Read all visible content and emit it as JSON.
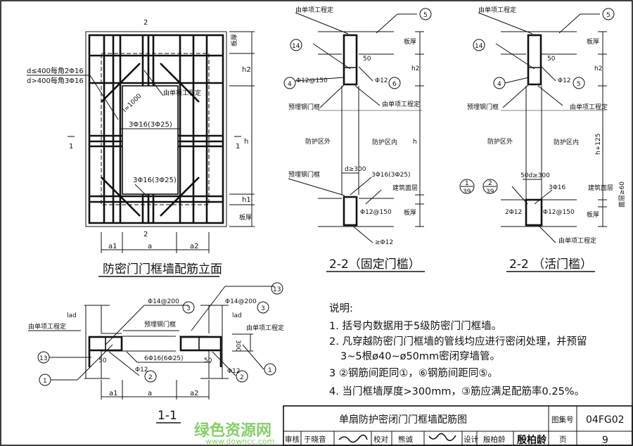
{
  "elevation": {
    "title": "防密门门框墙配筋立面",
    "section_mark_2": "2",
    "section_mark_1": "1",
    "corner_rebar_small": "d≤400每角2Φ16",
    "corner_rebar_large": "d>400每角3Φ16",
    "diag_length": "l=1000",
    "by_project": "由单项工程定",
    "top_rebar": "3Φ16(3Φ25)",
    "bottom_rebar": "3Φ16(3Φ25)",
    "dim_slab_top": "板厚",
    "dim_h2": "h2",
    "dim_h": "h",
    "dim_h1": "h1",
    "dim_slab_bottom": "板厚",
    "dim_a1": "a1",
    "dim_a": "a",
    "dim_a2": "a2"
  },
  "section_fixed": {
    "title": "2-2（固定门槛）",
    "by_project_top": "由单项工程定",
    "mark_5": "5",
    "mark_14": "14",
    "mark_4": "4",
    "mark_6": "6",
    "stirrup": "Φ12@150",
    "bar_phi12": "Φ12",
    "dim_50": "50",
    "embedded_frame_top": "预埋钢门框",
    "by_project_mid": "由单项工程定",
    "outside": "防护区外",
    "inside": "防护区内",
    "dim_slab_top": "板厚",
    "dim_h2": "h2",
    "dim_h": "h",
    "embedded_frame_bottom": "预埋钢门框",
    "dim_d": "d≥300",
    "sill_rebar": "3Φ16(3Φ25)",
    "finish": "建筑面层",
    "stirrup_bottom": "Φ12@150",
    "dim_slab_bottom": "板厚",
    "bar_bottom": "≥Φ12"
  },
  "section_active": {
    "title": "2-2 （活门槛）",
    "by_project_top": "由单项工程定",
    "mark_5": "5",
    "mark_14": "14",
    "mark_4": "4",
    "mark_6": "5",
    "bar_phi12": "Φ12",
    "dim_50": "50",
    "embedded_frame_top": "预埋钢门框",
    "by_project_mid": "由单项工程定",
    "outside": "防护区外",
    "inside": "防护区内",
    "dim_slab_top": "板厚",
    "dim_h2": "h2",
    "dim_h": "h+125",
    "dim_d": "50d≥300",
    "ref1_top": "1",
    "ref1_bottom": "39",
    "ref2_top": "2",
    "ref2_bottom": "39",
    "sill_rebar": "3Φ16",
    "finish": "建筑面层",
    "side_rebar": "2Φ12",
    "stirrup_bottom": "Φ12@150",
    "dim_60": "面层≥60",
    "dim_slab_bottom": "板厚",
    "by_project_bottom": "由单项工程定"
  },
  "section_plan": {
    "title": "1-1",
    "lad_left": "lad",
    "lad_right": "lad",
    "by_project_left": "由单项工程定",
    "by_project_right": "由单项工程定",
    "rebar_3_left": "Φ14@200",
    "rebar_3_right": "Φ14@200",
    "mark_3": "3",
    "mark_13": "13",
    "mark_1": "1",
    "mark_2": "2",
    "embedded_frame": "预埋钢门框",
    "main_rebar": "6Φ16(6Φ25)",
    "bar_phi12_left": "Φ12",
    "bar_phi12_right": "Φ12",
    "dim_50": "50",
    "dim_300": "300",
    "dim_a1": "a1",
    "dim_a": "a",
    "dim_a2": "a2"
  },
  "notes": {
    "heading": "说明:",
    "items": [
      "1. 括号内数据用于5级防密门门框墙。",
      "2. 凡穿越防密门门框墙的管线均应进行密闭处理，并预留",
      "   3~5根ø40~ø50mm密闭穿墙管。",
      "3 ②钢筋间距同①，⑥钢筋间距同⑤。",
      "4. 当门框墙厚度>300mm，③筋应满足配筋率0.25%。"
    ]
  },
  "title_block": {
    "drawing_title": "单扇防护密闭门门框墙配筋图",
    "atlas_label": "图集号",
    "atlas_number": "04FG02",
    "review_label": "审核",
    "reviewer": "于晓音",
    "check_label": "校对",
    "checker": "熊诚",
    "design_label": "设计",
    "designer": "殷柏龄",
    "page_label": "页",
    "page_number": "9"
  },
  "watermark": {
    "text": "绿色资源网",
    "url": "www.downcc.com"
  }
}
